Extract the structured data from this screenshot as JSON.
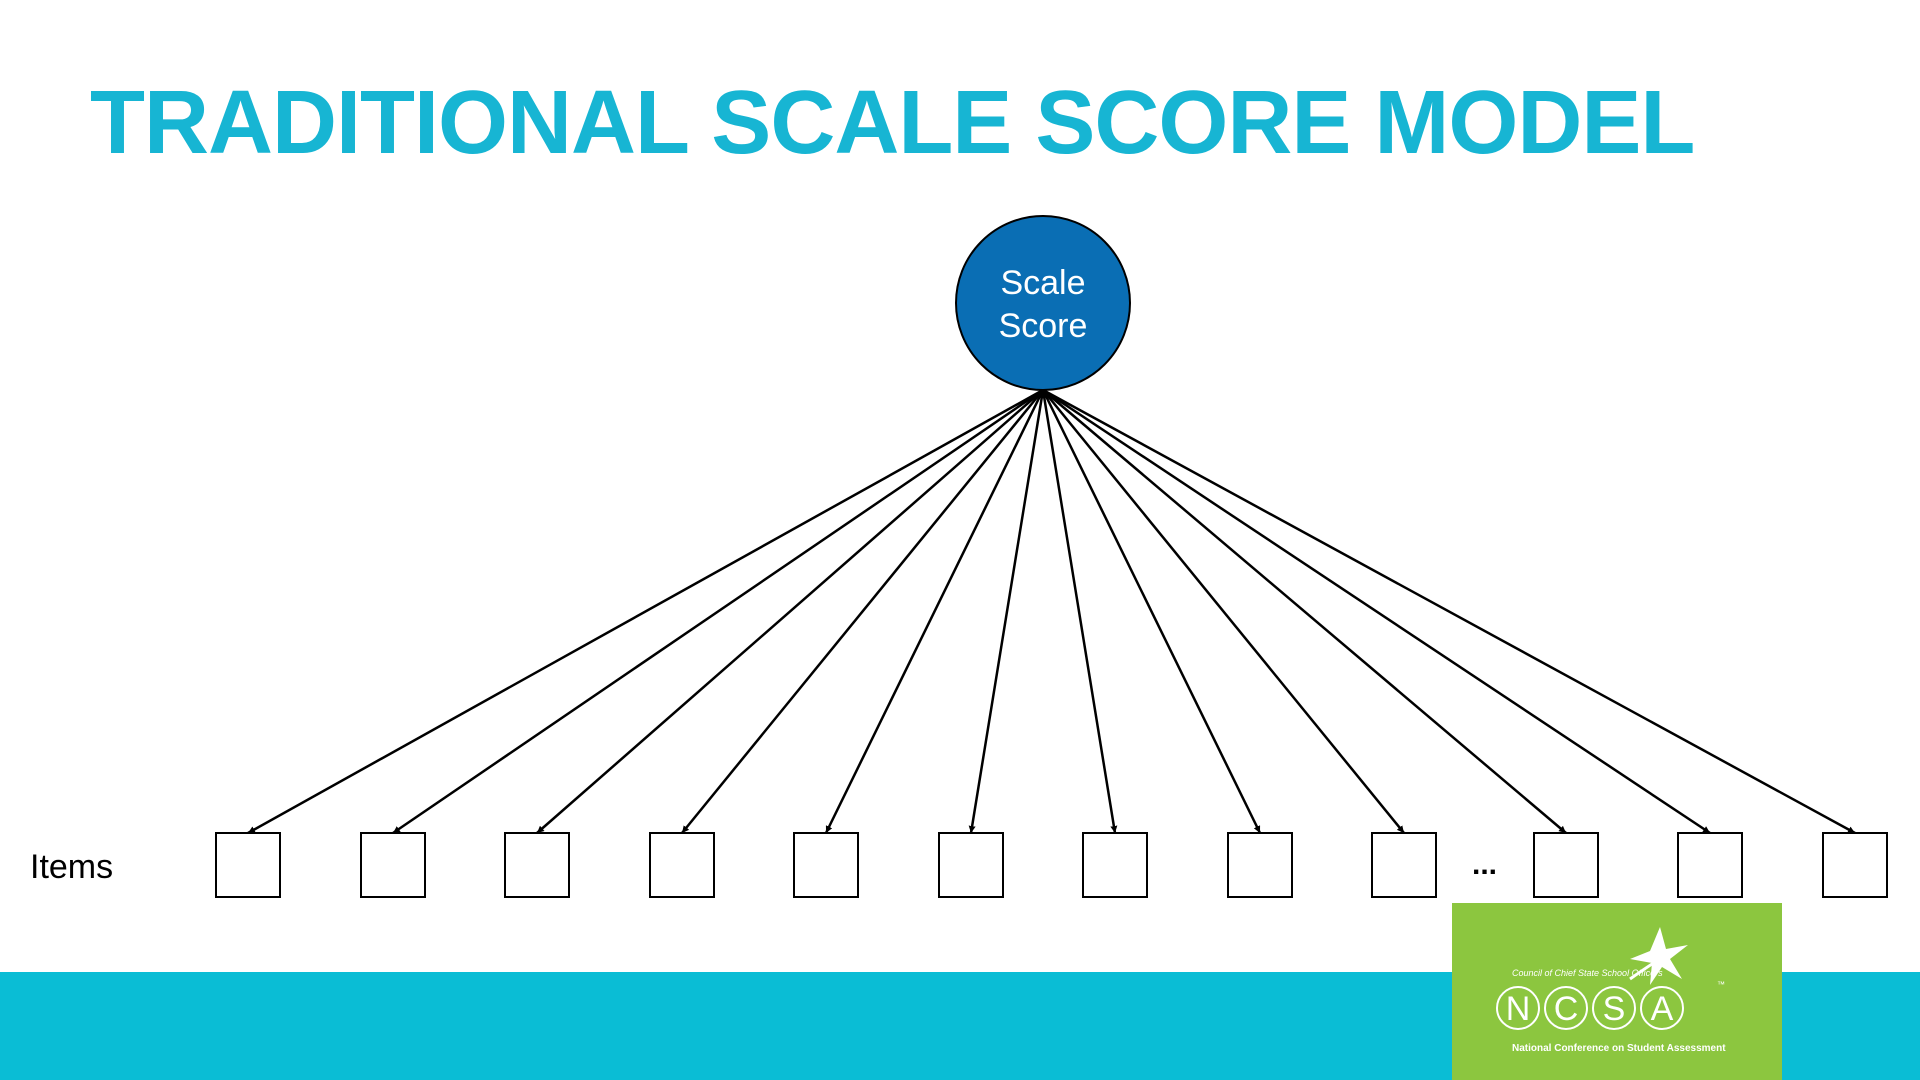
{
  "slide": {
    "title": "TRADITIONAL SCALE SCORE MODEL"
  },
  "diagram": {
    "root_node": {
      "label_line1": "Scale",
      "label_line2": "Score",
      "fill": "#0a6eb4"
    },
    "items_label": "Items",
    "item_count": 12,
    "ellipsis": "..."
  },
  "logo": {
    "council_text": "Council of Chief State School Officers",
    "letters": [
      "N",
      "C",
      "S",
      "A"
    ],
    "trademark": "™",
    "subtitle": "National Conference on Student Assessment",
    "color": "#8cc63f"
  },
  "colors": {
    "title": "#17b5d3",
    "footer_bar": "#0abdd5",
    "node_fill": "#0a6eb4"
  }
}
